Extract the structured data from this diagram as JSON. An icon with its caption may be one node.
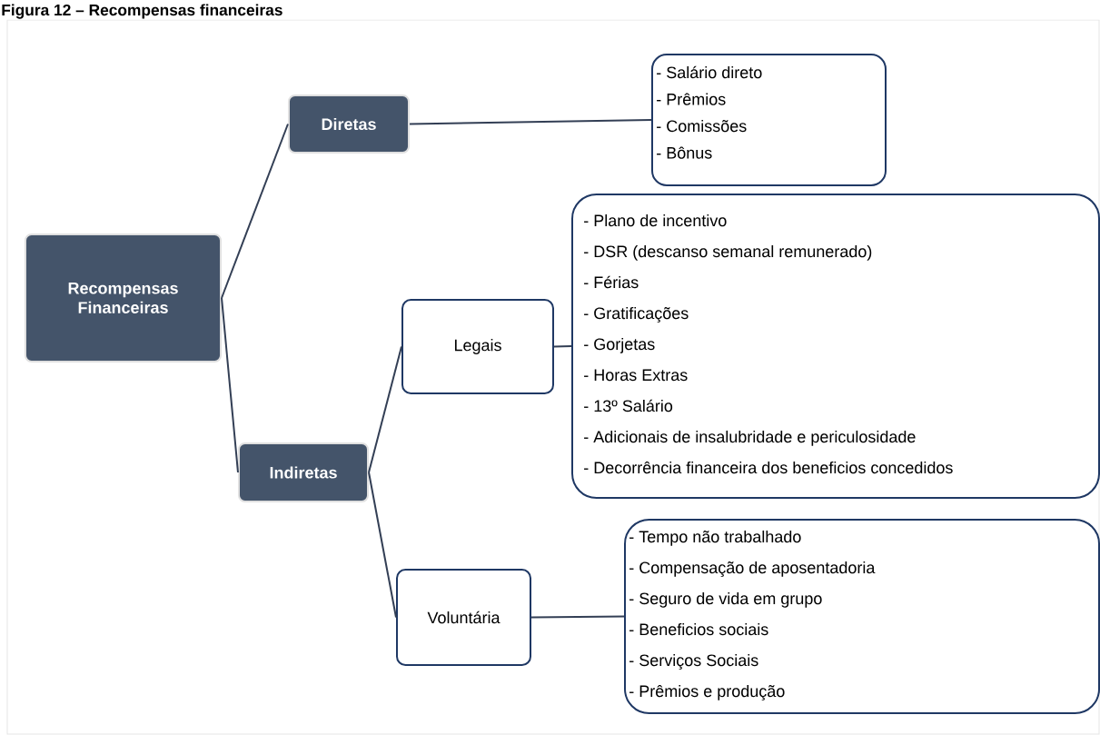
{
  "diagram": {
    "title": "Figura 12 – Recompensas financeiras",
    "nodes": [
      {
        "text": [
          "Recompensas Financeiras"
        ]
      },
      {
        "text": [
          "Diretas"
        ]
      },
      {
        "text": [
          "- Salário direto",
          "- Prêmios",
          "- Comissões",
          "- Bônus"
        ]
      },
      {
        "text": [
          "Indiretas"
        ]
      },
      {
        "text": [
          "Legais"
        ]
      },
      {
        "text": [
          "- Plano de incentivo",
          "- DSR (descanso semanal remunerado)",
          "- Férias",
          "- Gratificações",
          "- Gorjetas",
          "- Horas Extras",
          "- 13º Salário",
          "- Adicionais de insalubridade e periculosidade",
          "- Decorrência financeira dos beneficios concedidos"
        ]
      },
      {
        "text": [
          "Voluntária"
        ]
      },
      {
        "text": [
          "- Tempo não trabalhado",
          "- Compensação de aposentadoria",
          "- Seguro de vida em grupo",
          "- Beneficios sociais",
          "- Serviços Sociais",
          "- Prêmios e produção"
        ]
      }
    ],
    "edges": [
      {
        "from": 0,
        "to": 1,
        "arrow": "none"
      },
      {
        "from": 0,
        "to": 3,
        "arrow": "none"
      },
      {
        "from": 1,
        "to": 2,
        "arrow": "none"
      },
      {
        "from": 3,
        "to": 4,
        "arrow": "none"
      },
      {
        "from": 3,
        "to": 6,
        "arrow": "none"
      },
      {
        "from": 4,
        "to": 5,
        "arrow": "none"
      },
      {
        "from": 6,
        "to": 7,
        "arrow": "none"
      }
    ]
  }
}
